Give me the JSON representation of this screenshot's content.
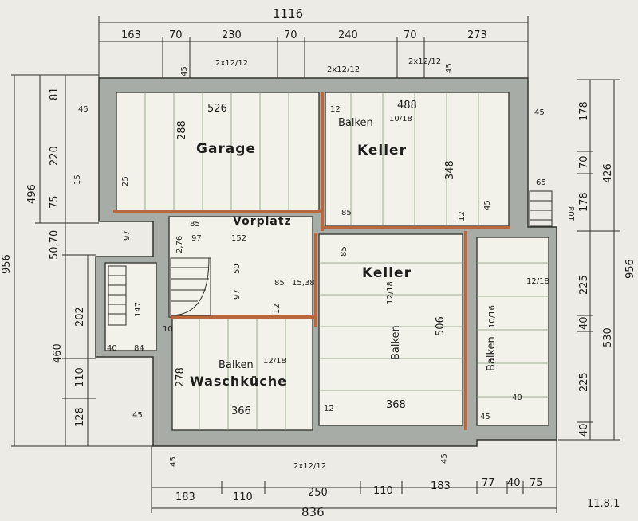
{
  "rooms": {
    "garage": "Garage",
    "keller_top": "Keller",
    "vorplatz": "Vorplatz",
    "keller_mid": "Keller",
    "waschkueche": "Waschküche"
  },
  "beam_labels": {
    "balken_top": "Balken",
    "balken_top_size": "10/18",
    "balken_mid": "Balken",
    "balken_mid_size": "12/18",
    "balken_right": "Balken",
    "balken_right_size": "10/16",
    "balken_wasch": "Balken",
    "balken_wasch_size": "12/18",
    "beam_right_top": "12/18"
  },
  "window_labels": {
    "win1": "2x12/12",
    "win2": "2x12/12",
    "win3": "2x12/12",
    "win_bottom": "2x12/12"
  },
  "dims": {
    "total_top": "1116",
    "top_1": "163",
    "top_2": "70",
    "top_3": "230",
    "top_4": "70",
    "top_5": "240",
    "top_6": "70",
    "top_7": "273",
    "bottom_1": "183",
    "bottom_2": "110",
    "bottom_3": "250",
    "bottom_4": "110",
    "bottom_5": "183",
    "bottom_6": "77",
    "bottom_7": "40",
    "bottom_8": "75",
    "total_bottom": "836",
    "left_total": "956",
    "left_496": "496",
    "left_460": "460",
    "left_81": "81",
    "left_220": "220",
    "left_75": "75",
    "left_5070": "50,70",
    "left_202": "202",
    "left_110": "110",
    "left_128": "128",
    "right_total": "956",
    "right_426": "426",
    "right_530": "530",
    "right_178a": "178",
    "right_70": "70",
    "right_178b": "178",
    "right_225a": "225",
    "right_40": "40",
    "right_225b": "225",
    "right_40b": "40",
    "garage_w": "526",
    "garage_h": "288",
    "keller_w": "488",
    "keller_h": "348",
    "keller2_h": "506",
    "keller2_w": "368",
    "wasch_w": "366",
    "wasch_h": "278",
    "v_152": "152",
    "v_97a": "97",
    "v_97b": "97",
    "v_276": "2,76",
    "v_85a": "85",
    "v_85b": "85",
    "v_50": "50",
    "v_97c": "97",
    "v_85c": "85",
    "v_1538": "15,38",
    "v_85d": "85",
    "v_147": "147",
    "v_40": "40",
    "v_84": "84",
    "w_45a": "45",
    "w_45b": "45",
    "w_45c": "45",
    "w_45d": "45",
    "w_45e": "45",
    "w_45f": "45",
    "w_45g": "45",
    "w_45h": "45",
    "w_12a": "12",
    "w_12b": "12",
    "w_12c": "12",
    "w_12d": "12",
    "w_25": "25",
    "w_15": "15",
    "w_65": "65",
    "w_108": "108",
    "w_10": "10",
    "w_40r": "40",
    "w_45r": "45"
  },
  "date_note": "11.8.1"
}
